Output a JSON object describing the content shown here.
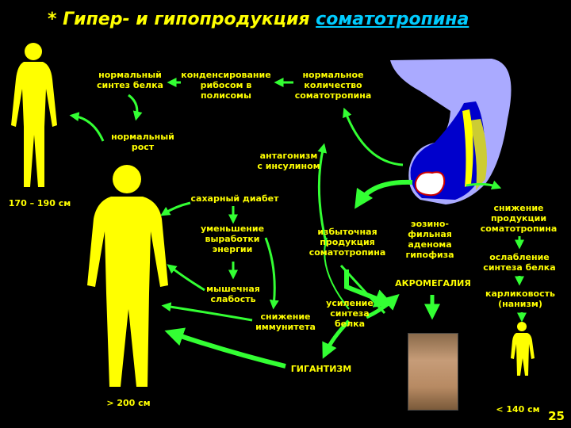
{
  "title": {
    "prefix": "* Гипер- и гипопродукция ",
    "link": "соматотропина"
  },
  "labels": {
    "normal_synthesis": "нормальный\nсинтез белка",
    "condensation": "конденсирование\nрибосом в\nполисомы",
    "normal_amount": "нормальное\nколичество\nсоматотропина",
    "normal_growth": "нормальный\nрост",
    "antagonism": "антагонизм\nс инсулином",
    "diabetes": "сахарный диабет",
    "energy_decrease": "уменьшение\nвыработки\nэнергии",
    "muscle_weakness": "мышечная\nслабость",
    "immunity_decrease": "снижение\nиммунитета",
    "excess_production": "избыточная\nпродукция\nсоматотропина",
    "adenoma": "эозино-\nфильная\nаденома\nгипофиза",
    "synthesis_increase": "усиление\nсинтеза\nбелка",
    "acromegaly": "АКРОМЕГАЛИЯ",
    "gigantism": "ГИГАНТИЗМ",
    "production_decrease": "снижение\nпродукции\nсоматотропина",
    "synthesis_weakening": "ослабление\nсинтеза белка",
    "dwarfism": "карликовость\n(нанизм)",
    "height_normal": "170 – 190 см",
    "height_giant": "> 200 см",
    "height_dwarf": "< 140 см"
  },
  "page_number": "25",
  "colors": {
    "arrow": "#33ff33",
    "figure": "#ffff00",
    "text": "#ffff00",
    "link": "#00ccff",
    "gland_outer": "#b0b0ff",
    "gland_inner": "#0000cc"
  }
}
